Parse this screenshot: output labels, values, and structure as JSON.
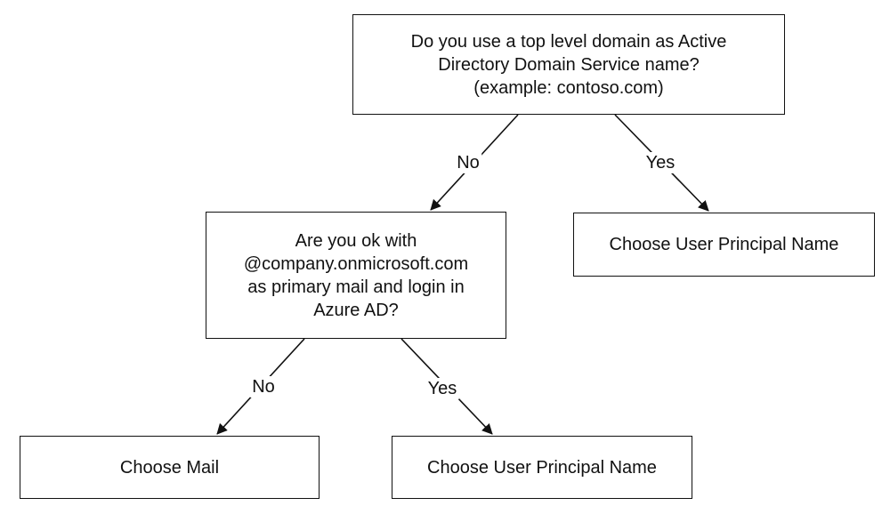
{
  "nodes": {
    "q1": {
      "lines": [
        "Do you use a top level domain as Active",
        "Directory Domain Service name?",
        "(example: contoso.com)"
      ]
    },
    "q2": {
      "lines": [
        "Are you ok with",
        "@company.onmicrosoft.com",
        "as primary mail and login in",
        "Azure AD?"
      ]
    },
    "result_yes_1": {
      "label": "Choose User Principal Name"
    },
    "result_no_2": {
      "label": "Choose Mail"
    },
    "result_yes_2": {
      "label": "Choose User Principal Name"
    }
  },
  "edges": {
    "q1_no": {
      "from": "q1",
      "to": "q2",
      "label": "No"
    },
    "q1_yes": {
      "from": "q1",
      "to": "result_yes_1",
      "label": "Yes"
    },
    "q2_no": {
      "from": "q2",
      "to": "result_no_2",
      "label": "No"
    },
    "q2_yes": {
      "from": "q2",
      "to": "result_yes_2",
      "label": "Yes"
    }
  },
  "colors": {
    "stroke": "#111111",
    "background": "#ffffff"
  }
}
